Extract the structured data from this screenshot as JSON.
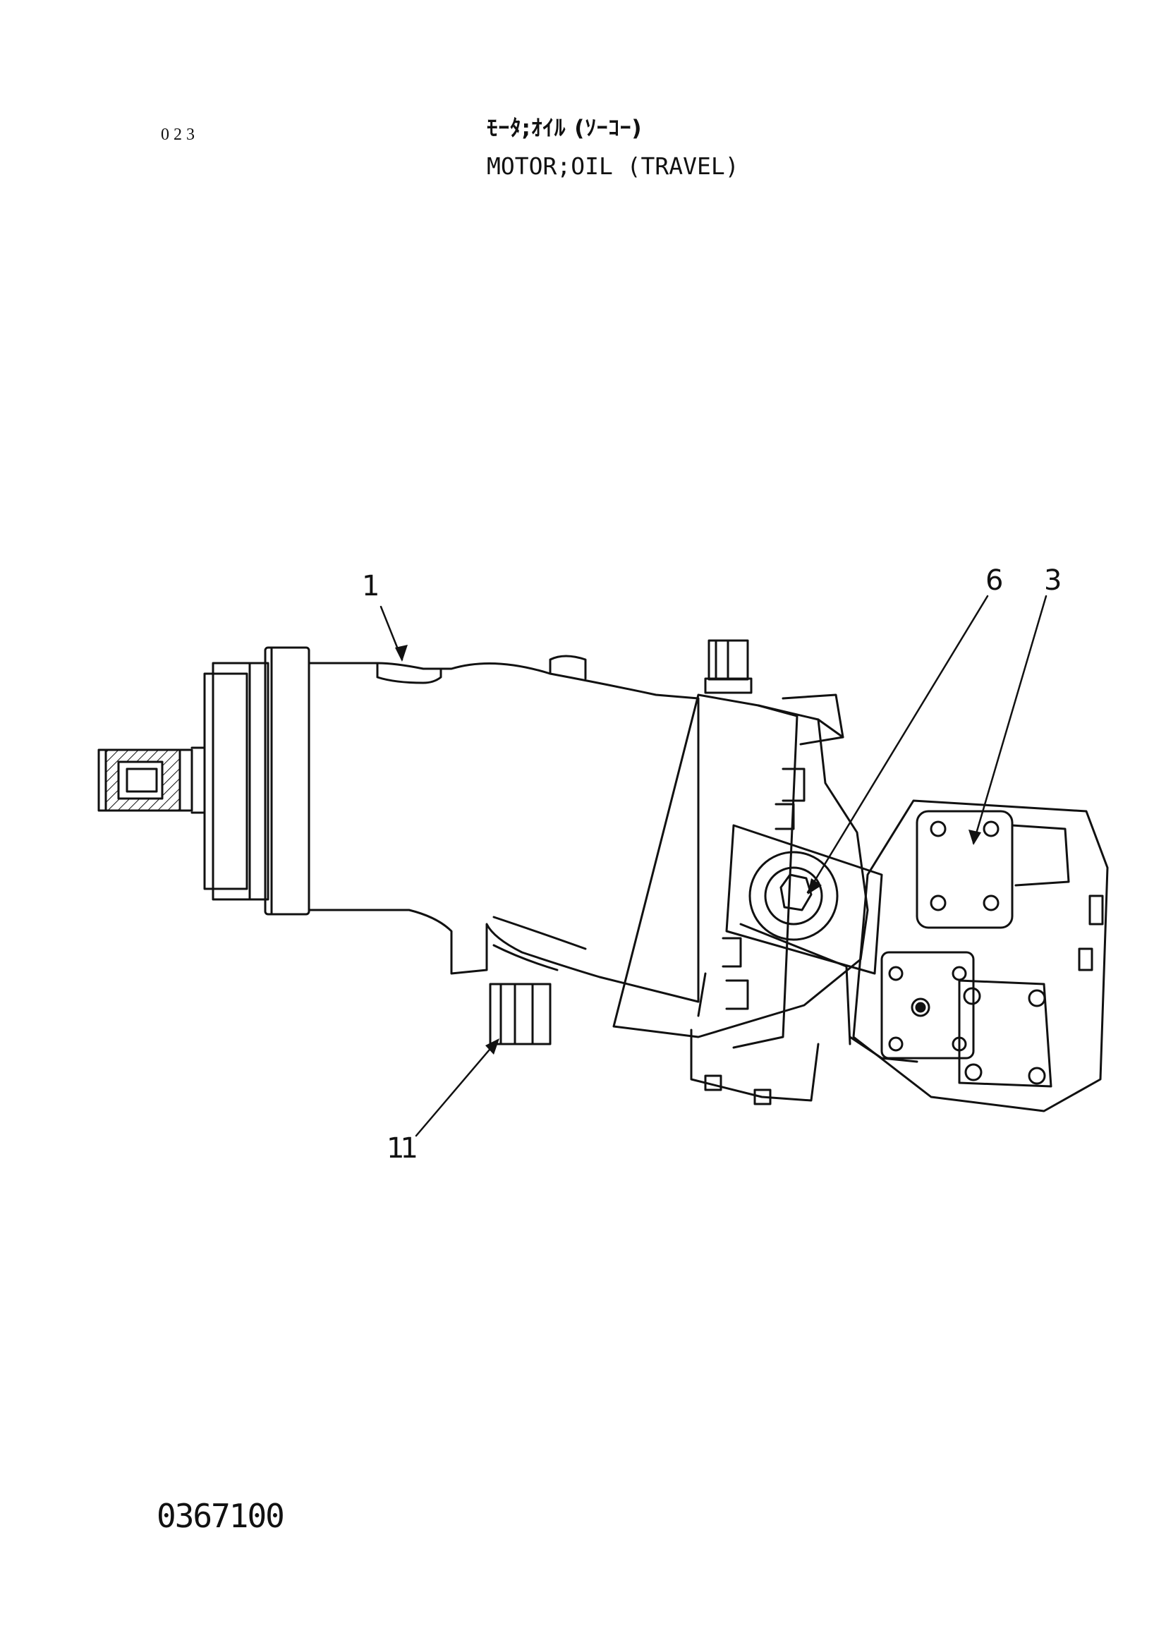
{
  "header": {
    "page_number": "023",
    "title_jp": "ﾓｰﾀ;ｵｲﾙ (ｿｰｺｰ)",
    "title_en": "MOTOR;OIL (TRAVEL)"
  },
  "callouts": [
    "1",
    "6",
    "3",
    "11"
  ],
  "footer": {
    "drawing_number": "0367100"
  }
}
